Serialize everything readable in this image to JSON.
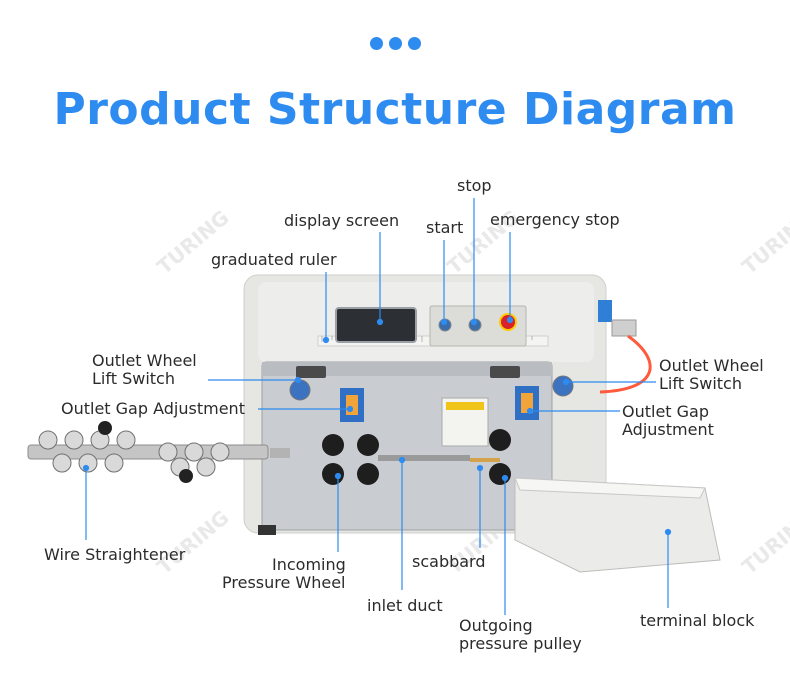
{
  "header": {
    "title": "Product Structure Diagram"
  },
  "watermark": {
    "text": "TURING"
  },
  "labels": {
    "stop": "stop",
    "display_screen": "display screen",
    "start": "start",
    "emergency_stop": "emergency stop",
    "graduated_ruler": "graduated ruler",
    "outlet_wheel_lift_left_1": "Outlet Wheel",
    "outlet_wheel_lift_left_2": "Lift Switch",
    "outlet_gap_left": "Outlet Gap Adjustment",
    "outlet_wheel_lift_right_1": "Outlet Wheel",
    "outlet_wheel_lift_right_2": "Lift Switch",
    "outlet_gap_right_1": "Outlet Gap",
    "outlet_gap_right_2": "Adjustment",
    "wire_straightener": "Wire Straightener",
    "incoming_pressure_1": "Incoming",
    "incoming_pressure_2": "Pressure Wheel",
    "scabbard": "scabbard",
    "inlet_duct": "inlet duct",
    "outgoing_pulley_1": "Outgoing",
    "outgoing_pulley_2": "pressure pulley",
    "terminal_block": "terminal block"
  },
  "colors": {
    "accent": "#2e8bf0",
    "leader": "#2e8bf0",
    "text": "#2b2b2b",
    "machine_body": "#e8e8e6",
    "panel": "#c9ccd0",
    "tube": "#ff5a3c"
  }
}
